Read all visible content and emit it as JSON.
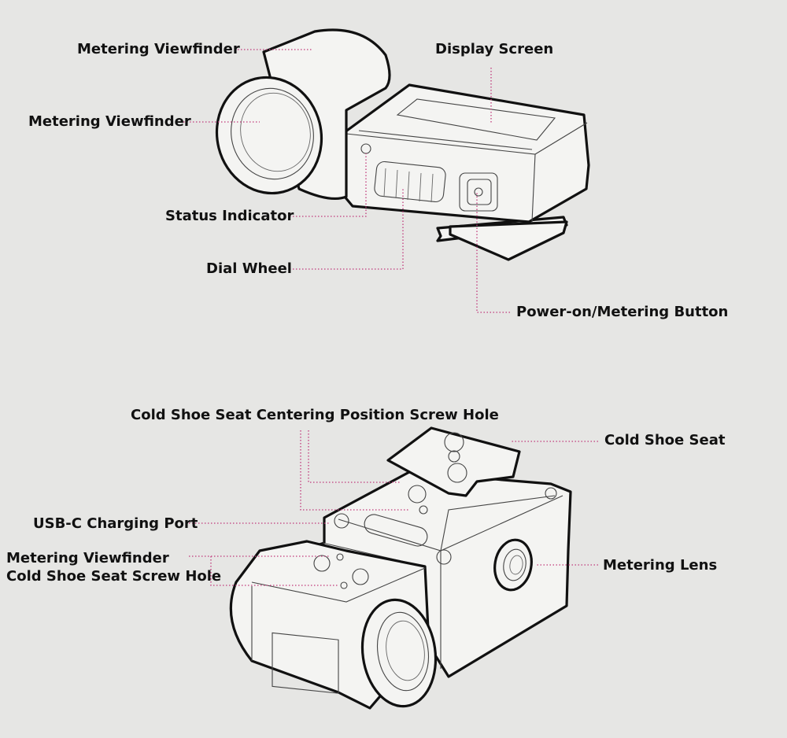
{
  "colors": {
    "background": "#e6e6e4",
    "leader": "#c0387a",
    "outline": "#111111"
  },
  "top_view": {
    "labels": {
      "metering_viewfinder_1": "Metering Viewfinder",
      "metering_viewfinder_2": "Metering Viewfinder",
      "display_screen": "Display Screen",
      "status_indicator": "Status Indicator",
      "dial_wheel": "Dial Wheel",
      "power_button": "Power-on/Metering Button"
    }
  },
  "bottom_view": {
    "labels": {
      "centering_screw_hole": "Cold Shoe Seat Centering Position Screw Hole",
      "cold_shoe_seat": "Cold Shoe Seat",
      "usb_c_port": "USB-C Charging Port",
      "metering_viewfinder": "Metering Viewfinder",
      "seat_screw_hole": "Cold Shoe Seat Screw Hole",
      "metering_lens": "Metering Lens"
    }
  }
}
